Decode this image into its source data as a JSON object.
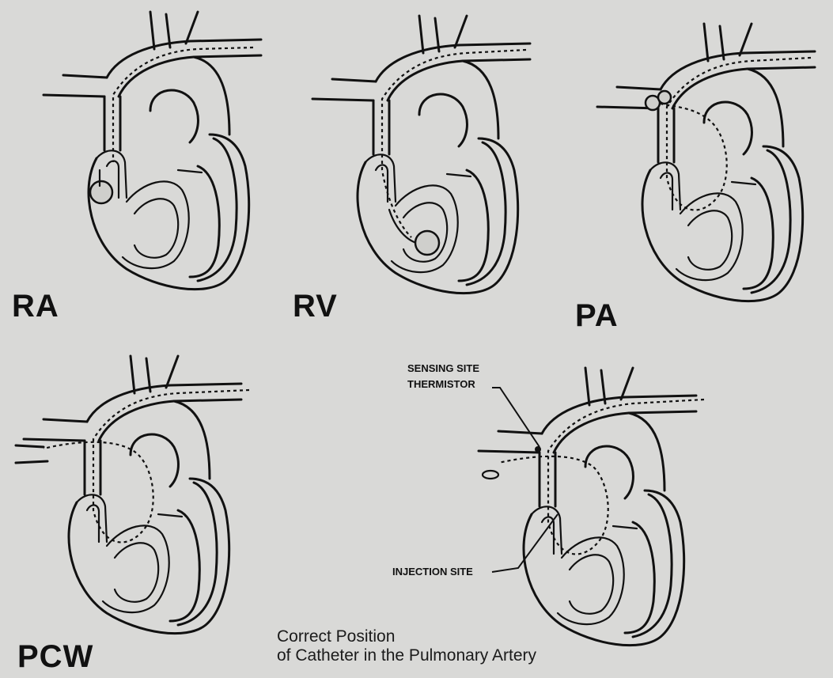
{
  "panels": [
    {
      "id": "ra",
      "label": "RA"
    },
    {
      "id": "rv",
      "label": "RV"
    },
    {
      "id": "pa",
      "label": "PA"
    },
    {
      "id": "pcw",
      "label": "PCW"
    },
    {
      "id": "correct",
      "label": ""
    }
  ],
  "annotations": {
    "sensing_site": "SENSING SITE",
    "thermistor": "THERMISTOR",
    "injection_site": "INJECTION SITE"
  },
  "caption": {
    "line1": "Correct Position",
    "line2": "of Catheter in the Pulmonary Artery"
  }
}
